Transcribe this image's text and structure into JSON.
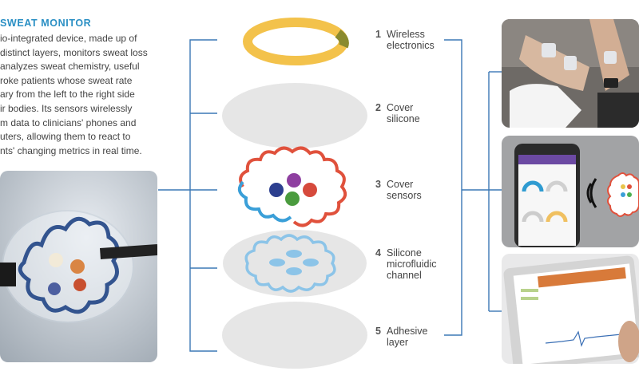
{
  "header": {
    "title": "SWEAT MONITOR",
    "body_lines": [
      "io-integrated device, made up of",
      "distinct layers, monitors sweat loss",
      "analyzes sweat chemistry, useful",
      "roke patients whose sweat rate",
      "ary from the left to the right side",
      "ir bodies. Its sensors wirelessly",
      "m data to clinicians' phones and",
      "uters, allowing them to react to",
      "nts' changing metrics in real time."
    ]
  },
  "layers": [
    {
      "number": "1",
      "lines": [
        "Wireless",
        "electronics"
      ]
    },
    {
      "number": "2",
      "lines": [
        "Cover",
        "silicone"
      ]
    },
    {
      "number": "3",
      "lines": [
        "Cover",
        "sensors"
      ]
    },
    {
      "number": "4",
      "lines": [
        "Silicone",
        "microfluidic",
        "channel"
      ]
    },
    {
      "number": "5",
      "lines": [
        "Adhesive",
        "layer"
      ]
    }
  ],
  "colors": {
    "title": "#2a8fc4",
    "connector": "#3b78b5",
    "ring_yellow": "#f3c24b",
    "ring_olive": "#8a8a2e",
    "disc_gray": "#e6e6e6",
    "sensor_red": "#e0513c",
    "sensor_blue": "#3a9fd8",
    "channel_blue": "#8cc4e8"
  },
  "photos": {
    "device_photo": "wearable sweat sensor held by tweezers",
    "arm_photo": "patient arm with sensors on exercise bike",
    "phone_photo": "smartphone app",
    "tablet_photo": "tablet with sweat chart"
  }
}
